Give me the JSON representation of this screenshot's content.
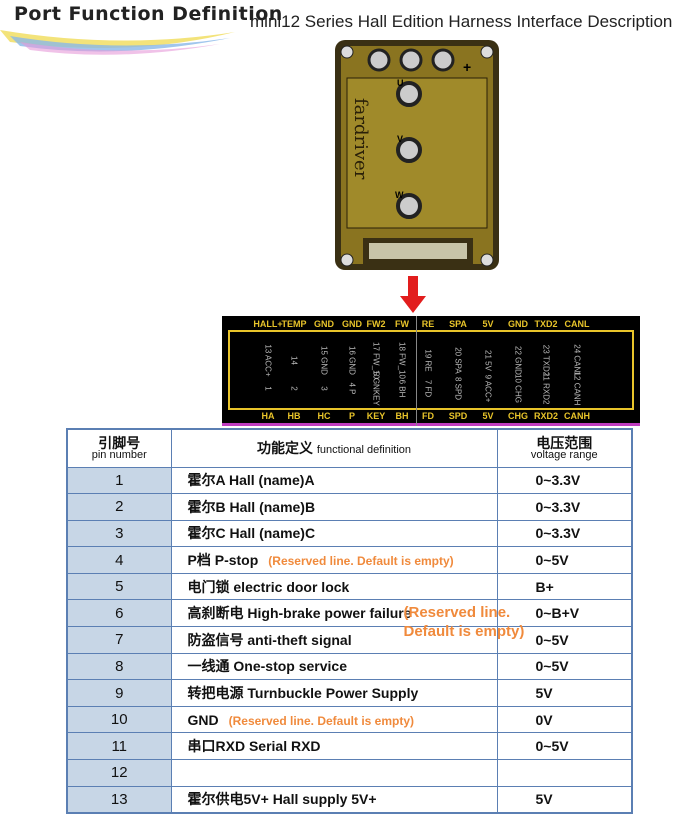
{
  "title": "Port Function Definition",
  "subtitle": "mini12 Series Hall Edition Harness Interface Description",
  "controller": {
    "brand": "fardriver",
    "terminals": [
      "U",
      "V",
      "W",
      "+"
    ]
  },
  "connector": {
    "top_labels": [
      "HALL+",
      "TEMP",
      "GND",
      "GND",
      "FW2",
      "FW",
      "RE",
      "SPA",
      "5V",
      "GND",
      "TXD2",
      "CANL"
    ],
    "bottom_labels": [
      "HA",
      "HB",
      "HC",
      "P",
      "KEY",
      "BH",
      "FD",
      "SPD",
      "5V",
      "CHG",
      "RXD2",
      "CANH"
    ],
    "top_pins": [
      "13 ACC+",
      "14",
      "15 GND",
      "16 GND",
      "17 FW_10",
      "18 FW_10",
      "19 RE",
      "20 SPA",
      "21 5V",
      "22 GND",
      "23 TXD2",
      "24 CANL"
    ],
    "bottom_pins": [
      "1",
      "2",
      "3",
      "4 P",
      "5 GNKEY",
      "6 BH",
      "7 FD",
      "8 SPD",
      "9 ACC+",
      "10 CHG",
      "11 RXD2",
      "12 CANH"
    ]
  },
  "table": {
    "headers": {
      "pin_cn": "引脚号",
      "pin_en": "pin number",
      "func_cn": "功能定义",
      "func_en": "functional definition",
      "volt_cn": "电压范围",
      "volt_en": "voltage range"
    },
    "shared_note": "(Reserved line.\nDefault is empty)",
    "rows": [
      {
        "pin": "1",
        "func": "霍尔A  Hall (name)A",
        "note": "",
        "volt": "0~3.3V"
      },
      {
        "pin": "2",
        "func": "霍尔B  Hall (name)B",
        "note": "",
        "volt": "0~3.3V"
      },
      {
        "pin": "3",
        "func": "霍尔C  Hall (name)C",
        "note": "",
        "volt": "0~3.3V"
      },
      {
        "pin": "4",
        "func": "P档    P-stop",
        "note": "(Reserved line. Default is empty)",
        "volt": "0~5V"
      },
      {
        "pin": "5",
        "func": "电门锁     electric door lock",
        "note": "",
        "volt": "B+"
      },
      {
        "pin": "6",
        "func": "高刹断电 High-brake power failure",
        "note": "",
        "volt": "0~B+V"
      },
      {
        "pin": "7",
        "func": "防盗信号  anti-theft signal",
        "note": "",
        "volt": "0~5V"
      },
      {
        "pin": "8",
        "func": "一线通        One-stop service",
        "note": "",
        "volt": "0~5V"
      },
      {
        "pin": "9",
        "func": "转把电源      Turnbuckle Power Supply",
        "note": "",
        "volt": "5V"
      },
      {
        "pin": "10",
        "func": "GND",
        "note": "(Reserved line. Default is empty)",
        "volt": "0V"
      },
      {
        "pin": "11",
        "func": "串口RXD   Serial RXD",
        "note": "",
        "volt": "0~5V"
      },
      {
        "pin": "12",
        "func": "",
        "note": "",
        "volt": ""
      },
      {
        "pin": "13",
        "func": "霍尔供电5V+  Hall supply 5V+",
        "note": "",
        "volt": "5V"
      }
    ]
  }
}
